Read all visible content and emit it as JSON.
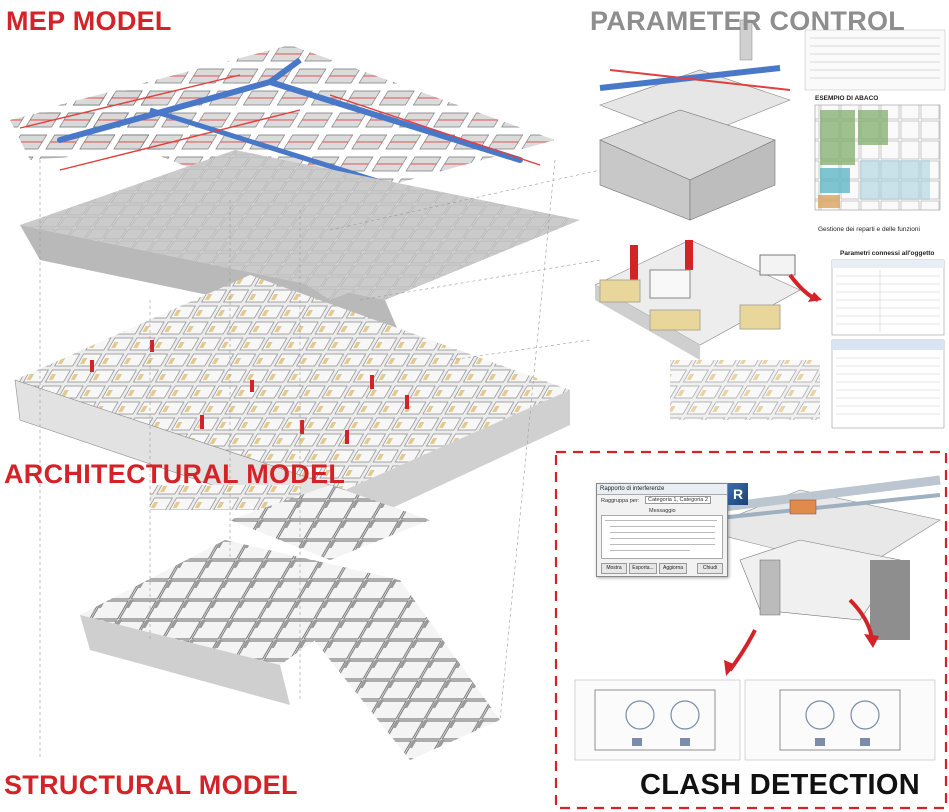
{
  "labels": {
    "mep": "MEP MODEL",
    "parameter_control": "PARAMETER CONTROL",
    "architectural": "ARCHITECTURAL MODEL",
    "structural": "STRUCTURAL MODEL",
    "clash_detection": "CLASH DETECTION"
  },
  "parameter_panel": {
    "schedule_title": "ESEMPIO DI ABACO",
    "schedule_caption": "Gestione dei reparti e delle funzioni",
    "params_title": "Parametri connessi all'oggetto"
  },
  "clash_dialog": {
    "title": "Rapporto di interferenze",
    "group_label": "Raggruppa per:",
    "group_value": "Categoria 1, Categoria 2",
    "messages_header": "Messaggio",
    "btn_show": "Mostra",
    "btn_export": "Esporta...",
    "btn_update": "Aggiorna",
    "btn_close": "Chiudi"
  },
  "colors": {
    "title_red": "#d42328",
    "title_gray": "#8e8e8e",
    "duct_blue": "#4a78c8",
    "pipe_red": "#e0403e",
    "frame_dash": "#d42328"
  }
}
